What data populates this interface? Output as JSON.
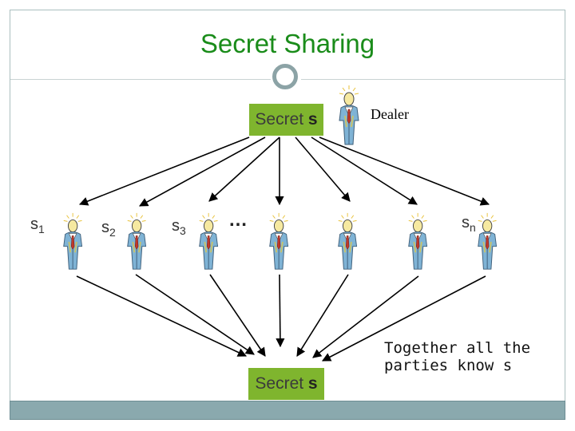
{
  "title": "Secret Sharing",
  "dealer": {
    "label": "Dealer"
  },
  "secret_top": {
    "prefix": "Secret ",
    "symbol": "s"
  },
  "secret_bottom": {
    "prefix": "Secret ",
    "symbol": "s"
  },
  "shares": [
    {
      "base": "s",
      "sub": "1"
    },
    {
      "base": "s",
      "sub": "2"
    },
    {
      "base": "s",
      "sub": "3"
    },
    {
      "base": "s",
      "sub": "n"
    }
  ],
  "ellipsis": "…",
  "note": "Together all the\nparties know s",
  "colors": {
    "title": "#1a8c1a",
    "secret_box": "#7fb52e",
    "footer": "#8aa9ae",
    "ornament": "#8ca3a6"
  },
  "icons": {
    "party": "person-icon",
    "dealer": "person-icon"
  }
}
